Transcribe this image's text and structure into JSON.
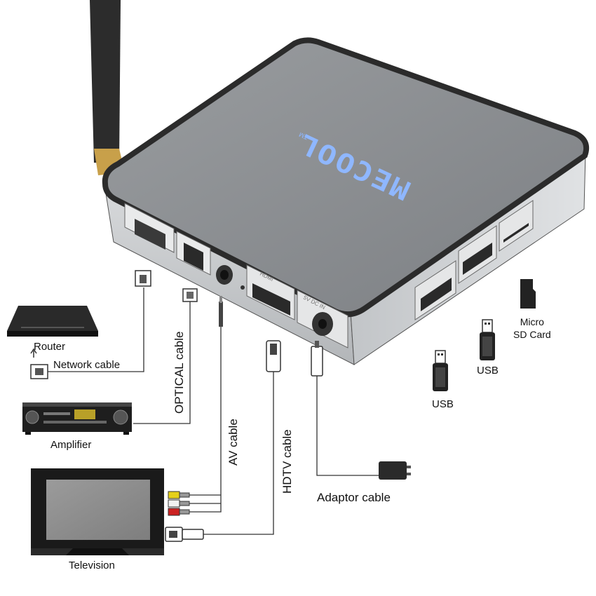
{
  "device": {
    "brand": "MECOOL",
    "brand_suffix": "TM"
  },
  "ports": {
    "hdmi": "HDMI",
    "dc_in": "5V DC IN"
  },
  "labels": {
    "router": "Router",
    "network_cable": "Network cable",
    "optical_cable": "OPTICAL cable",
    "amplifier": "Amplifier",
    "av_cable": "AV cable",
    "hdtv_cable": "HDTV cable",
    "adaptor_cable": "Adaptor cable",
    "television": "Television",
    "usb_1": "USB",
    "usb_2": "USB",
    "micro_sd_line1": "Micro",
    "micro_sd_line2": "SD Card"
  },
  "colors": {
    "box_top": "#8d9093",
    "box_edge": "#2b2b2b",
    "box_front": "#c9ccce",
    "logo_glow": "#8fb7ff",
    "cable": "#333333",
    "av_yellow": "#e5d01a",
    "av_white": "#f2f2f2",
    "av_red": "#cc2222"
  }
}
